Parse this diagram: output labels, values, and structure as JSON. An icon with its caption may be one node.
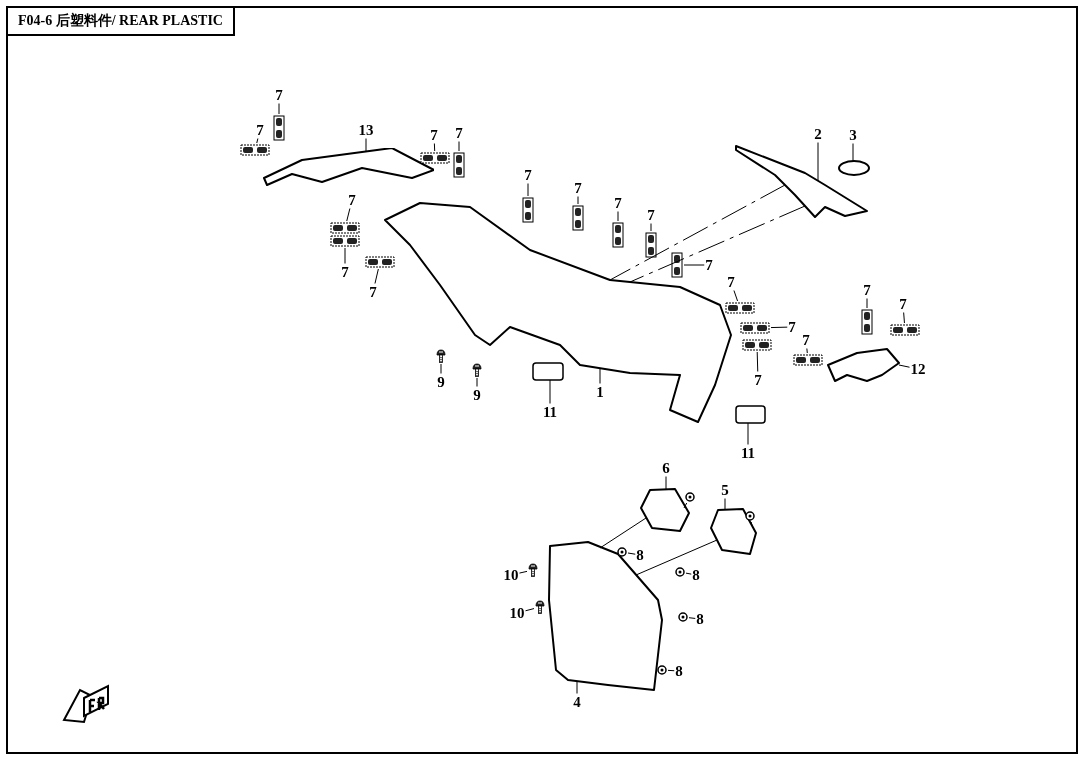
{
  "diagram": {
    "title": "F04-6 后塑料件/ REAR PLASTIC",
    "nodes": [
      {
        "text": [
          "7"
        ]
      },
      {
        "text": [
          "7"
        ]
      },
      {
        "text": [
          "13"
        ]
      },
      {
        "text": [
          "3"
        ]
      },
      {
        "text": [
          "7"
        ]
      },
      {
        "text": [
          "7"
        ]
      },
      {
        "text": [
          "2"
        ]
      },
      {
        "text": [
          "7"
        ]
      },
      {
        "text": [
          "7"
        ]
      },
      {
        "text": [
          "7"
        ]
      },
      {
        "text": [
          "7"
        ]
      },
      {
        "text": [
          "7"
        ]
      },
      {
        "text": [
          "7"
        ]
      },
      {
        "text": [
          "7"
        ]
      },
      {
        "text": [
          "7"
        ]
      },
      {
        "text": [
          "7"
        ]
      },
      {
        "text": [
          "7"
        ]
      },
      {
        "text": [
          "7"
        ]
      },
      {
        "text": [
          "7"
        ]
      },
      {
        "text": [
          "7"
        ]
      },
      {
        "text": [
          "12"
        ]
      },
      {
        "text": [
          "7"
        ]
      },
      {
        "text": [
          "9"
        ]
      },
      {
        "text": [
          "1"
        ]
      },
      {
        "text": [
          "9"
        ]
      },
      {
        "text": [
          "11"
        ]
      },
      {
        "text": [
          "11"
        ]
      },
      {
        "text": [
          "6"
        ]
      },
      {
        "text": [
          "5"
        ]
      },
      {
        "text": [
          "8"
        ]
      },
      {
        "text": [
          "10"
        ]
      },
      {
        "text": [
          "8"
        ]
      },
      {
        "text": [
          "10"
        ]
      },
      {
        "text": [
          "8"
        ]
      },
      {
        "text": [
          "8"
        ]
      },
      {
        "text": [
          "4"
        ]
      },
      {
        "text": [],
        "shape": "picture"
      },
      {
        "text": [],
        "shape": "picture"
      },
      {
        "text": [],
        "shape": "circle"
      },
      {
        "text": [],
        "shape": "picture"
      },
      {
        "text": [],
        "shape": "box"
      },
      {
        "text": [],
        "shape": "box"
      },
      {
        "text": [],
        "shape": "picture"
      },
      {
        "text": [],
        "shape": "picture"
      },
      {
        "text": [],
        "shape": "picture"
      },
      {
        "text": [],
        "shape": "picture"
      },
      {
        "text": [],
        "shape": "picture"
      },
      {
        "text": [],
        "shape": "picture"
      },
      {
        "text": [],
        "shape": "picture"
      },
      {
        "text": [],
        "shape": "picture"
      },
      {
        "text": [],
        "shape": "picture"
      },
      {
        "text": [],
        "shape": "picture"
      },
      {
        "text": [],
        "shape": "picture"
      },
      {
        "text": [],
        "shape": "picture"
      },
      {
        "text": [],
        "shape": "picture"
      },
      {
        "text": [],
        "shape": "picture"
      },
      {
        "text": [],
        "shape": "picture"
      },
      {
        "text": [],
        "shape": "picture"
      },
      {
        "text": [],
        "shape": "picture"
      },
      {
        "text": [],
        "shape": "picture"
      },
      {
        "text": [],
        "shape": "picture"
      },
      {
        "text": [],
        "shape": "picture"
      },
      {
        "text": [],
        "shape": "picture"
      },
      {
        "text": [],
        "shape": "picture"
      },
      {
        "text": [],
        "shape": "picture"
      },
      {
        "text": [],
        "shape": "picture"
      },
      {
        "text": [],
        "shape": "picture"
      },
      {
        "text": [],
        "shape": "picture"
      },
      {
        "text": [],
        "shape": "picture"
      },
      {
        "text": [],
        "shape": "picture"
      },
      {
        "text": [],
        "shape": "picture"
      },
      {
        "text": [],
        "shape": "picture"
      },
      {
        "text": [],
        "shape": "picture"
      },
      {
        "text": [],
        "shape": "picture"
      }
    ],
    "edges": [
      {
        "from": 0,
        "to": 46,
        "arrow": "none"
      },
      {
        "from": 1,
        "to": 54,
        "arrow": "none"
      },
      {
        "from": 2,
        "to": 36,
        "arrow": "none"
      },
      {
        "from": 3,
        "to": 38,
        "arrow": "none"
      },
      {
        "from": 4,
        "to": 55,
        "arrow": "none"
      },
      {
        "from": 5,
        "to": 47,
        "arrow": "none"
      },
      {
        "from": 6,
        "to": 37,
        "arrow": "none"
      },
      {
        "from": 7,
        "to": 48,
        "arrow": "none"
      },
      {
        "from": 8,
        "to": 49,
        "arrow": "none"
      },
      {
        "from": 9,
        "to": 56,
        "arrow": "none"
      },
      {
        "from": 10,
        "to": 50,
        "arrow": "none"
      },
      {
        "from": 11,
        "to": 51,
        "arrow": "none"
      },
      {
        "from": 12,
        "to": 52,
        "arrow": "none"
      },
      {
        "from": 13,
        "to": 57,
        "arrow": "none"
      },
      {
        "from": 14,
        "to": 59,
        "arrow": "none"
      },
      {
        "from": 15,
        "to": 53,
        "arrow": "none"
      },
      {
        "from": 16,
        "to": 58,
        "arrow": "none"
      },
      {
        "from": 17,
        "to": 62,
        "arrow": "none"
      },
      {
        "from": 18,
        "to": 60,
        "arrow": "none"
      },
      {
        "from": 19,
        "to": 63,
        "arrow": "none"
      },
      {
        "from": 20,
        "to": 42,
        "arrow": "none"
      },
      {
        "from": 21,
        "to": 61,
        "arrow": "none"
      },
      {
        "from": 22,
        "to": 64,
        "arrow": "none"
      },
      {
        "from": 23,
        "to": 39,
        "arrow": "none"
      },
      {
        "from": 24,
        "to": 65,
        "arrow": "none"
      },
      {
        "from": 25,
        "to": 40,
        "arrow": "none"
      },
      {
        "from": 26,
        "to": 41,
        "arrow": "none"
      },
      {
        "from": 27,
        "to": 43,
        "arrow": "none"
      },
      {
        "from": 28,
        "to": 44,
        "arrow": "none"
      },
      {
        "from": 29,
        "to": 68,
        "arrow": "none"
      },
      {
        "from": 30,
        "to": 66,
        "arrow": "none"
      },
      {
        "from": 31,
        "to": 69,
        "arrow": "none"
      },
      {
        "from": 32,
        "to": 67,
        "arrow": "none"
      },
      {
        "from": 33,
        "to": 70,
        "arrow": "none"
      },
      {
        "from": 34,
        "to": 71,
        "arrow": "none"
      },
      {
        "from": 35,
        "to": 45,
        "arrow": "none"
      },
      {
        "from": 37,
        "to": 39,
        "arrow": "none",
        "style": "dashed"
      },
      {
        "from": 37,
        "to": 39,
        "arrow": "none",
        "style": "dashed"
      },
      {
        "from": 43,
        "to": 45,
        "arrow": "none"
      },
      {
        "from": 44,
        "to": 45,
        "arrow": "none"
      },
      {
        "from": 72,
        "to": 43,
        "arrow": "none"
      },
      {
        "from": 73,
        "to": 44,
        "arrow": "none"
      }
    ]
  }
}
